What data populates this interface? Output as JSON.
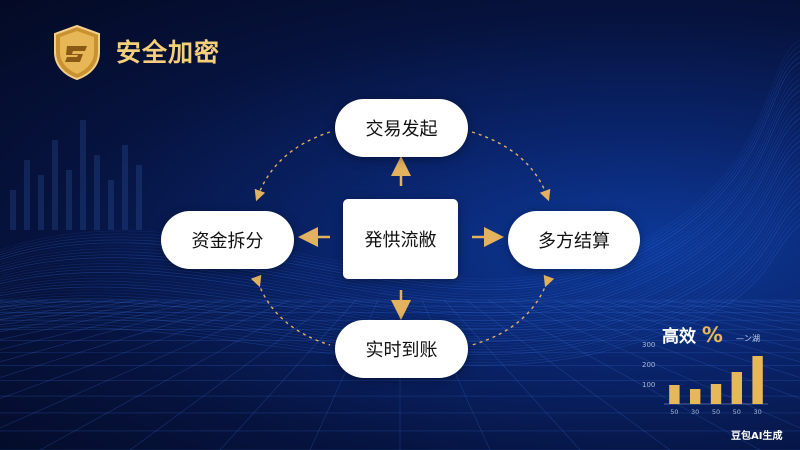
{
  "header": {
    "title": "安全加密",
    "logo_color": "#d9a441"
  },
  "diagram": {
    "center": "発㤨流敝",
    "top": "交易发起",
    "left": "资金拆分",
    "right": "多方结算",
    "bottom": "实时到账",
    "arrow_color": "#e3b25f"
  },
  "efficiency": {
    "title": "高效",
    "percent_symbol": "%",
    "legend": "—ン湖"
  },
  "chart_data": {
    "type": "bar",
    "categories": [
      "50",
      "30",
      "50",
      "50",
      "30"
    ],
    "values": [
      95,
      75,
      100,
      160,
      240
    ],
    "ylim": [
      0,
      300
    ],
    "yticks": [
      100,
      200,
      300
    ],
    "bar_color": "#e6b85a"
  },
  "watermark": "豆包AI生成"
}
